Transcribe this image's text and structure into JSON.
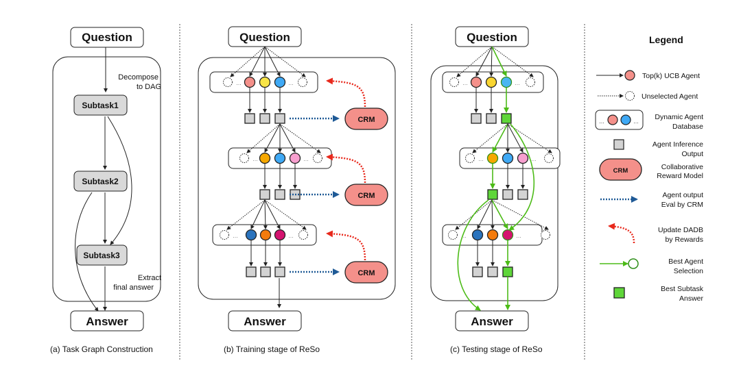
{
  "panels": {
    "a": {
      "caption": "(a) Task Graph Construction",
      "question": "Question",
      "answer": "Answer",
      "decompose_line1": "Decompose",
      "decompose_line2": "to DAG",
      "extract_line1": "Extract",
      "extract_line2": "final answer",
      "subtasks": [
        "Subtask1",
        "Subtask2",
        "Subtask3"
      ]
    },
    "b": {
      "caption": "(b) Training stage of ReSo",
      "question": "Question",
      "answer": "Answer",
      "crm_label": "CRM",
      "layers": [
        {
          "agents": [
            "#f4908a",
            "#f9e547",
            "#3fa9f5"
          ]
        },
        {
          "agents": [
            "#f6a800",
            "#3fa9f5",
            "#f79fcf"
          ]
        },
        {
          "agents": [
            "#2a73bd",
            "#f47b0c",
            "#d4136f"
          ]
        }
      ]
    },
    "c": {
      "caption": "(c) Testing stage of ReSo",
      "question": "Question",
      "answer": "Answer",
      "layers": [
        {
          "agents": [
            "#f4908a",
            "#f9d531",
            "#4ab6f2"
          ],
          "best": 2
        },
        {
          "agents": [
            "#f6a800",
            "#3fa9f5",
            "#f79fcf"
          ],
          "best": 0
        },
        {
          "agents": [
            "#2a73bd",
            "#f47b0c",
            "#d4136f"
          ],
          "best": 2
        }
      ]
    }
  },
  "legend": {
    "title": "Legend",
    "items": [
      {
        "icon": "top-k-agent-icon",
        "label_lines": [
          "Top(k) UCB Agent"
        ]
      },
      {
        "icon": "unselected-agent-icon",
        "label_lines": [
          "Unselected Agent"
        ]
      },
      {
        "icon": "agent-database-icon",
        "label_lines": [
          "Dynamic Agent",
          "Database"
        ]
      },
      {
        "icon": "inference-output-icon",
        "label_lines": [
          "Agent Inference",
          "Output"
        ]
      },
      {
        "icon": "crm-icon",
        "label_lines": [
          "Collaborative",
          "Reward Model"
        ],
        "icon_text": "CRM"
      },
      {
        "icon": "eval-arrow-icon",
        "label_lines": [
          "Agent output",
          "Eval by CRM"
        ]
      },
      {
        "icon": "update-arrow-icon",
        "label_lines": [
          "Update DADB",
          "by Rewards"
        ]
      },
      {
        "icon": "best-agent-icon",
        "label_lines": [
          "Best Agent",
          "Selection"
        ]
      },
      {
        "icon": "best-answer-icon",
        "label_lines": [
          "Best Subtask",
          "Answer"
        ]
      }
    ]
  },
  "colors": {
    "green": "#4cbb17",
    "green_fill": "#5fd639",
    "crm_fill": "#f4908a",
    "eval_blue": "#1f5a96",
    "update_red": "#e8291c",
    "output_gray": "#d3d3d3",
    "subtask_gray": "#d9d9d9"
  }
}
